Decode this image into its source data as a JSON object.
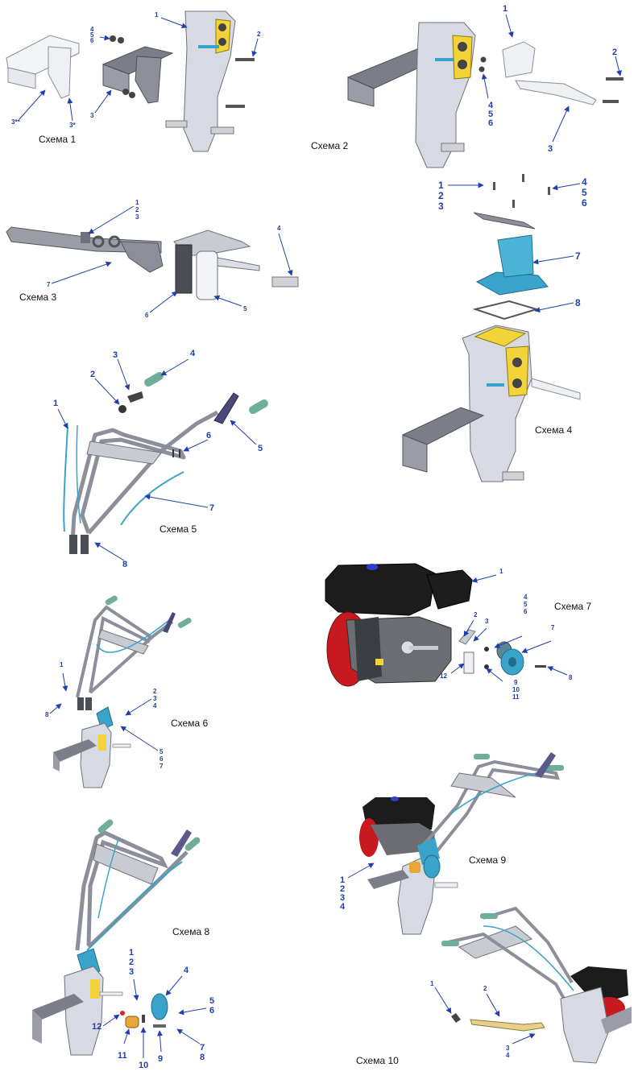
{
  "schemes": [
    {
      "id": "s1",
      "title": "Схема 1",
      "callouts": [
        "1",
        "2",
        "3",
        "3*",
        "3**",
        "4",
        "5",
        "6"
      ]
    },
    {
      "id": "s2",
      "title": "Схема 2",
      "callouts": [
        "1",
        "2",
        "3",
        "4",
        "5",
        "6"
      ]
    },
    {
      "id": "s3",
      "title": "Схема 3",
      "callouts": [
        "1",
        "2",
        "3",
        "4",
        "5",
        "6",
        "7"
      ]
    },
    {
      "id": "s4",
      "title": "Схема 4",
      "callouts": [
        "1",
        "2",
        "3",
        "4",
        "5",
        "6",
        "7",
        "8"
      ]
    },
    {
      "id": "s5",
      "title": "Схема 5",
      "callouts": [
        "1",
        "2",
        "3",
        "4",
        "5",
        "6",
        "7",
        "8"
      ]
    },
    {
      "id": "s6",
      "title": "Схема 6",
      "callouts": [
        "1",
        "2",
        "3",
        "4",
        "5",
        "6",
        "7",
        "8"
      ]
    },
    {
      "id": "s7",
      "title": "Схема 7",
      "callouts": [
        "1",
        "2",
        "3",
        "4",
        "5",
        "6",
        "7",
        "8",
        "9",
        "10",
        "11",
        "12"
      ]
    },
    {
      "id": "s8",
      "title": "Схема 8",
      "callouts": [
        "1",
        "2",
        "3",
        "4",
        "5",
        "6",
        "7",
        "8",
        "9",
        "10",
        "11",
        "12"
      ]
    },
    {
      "id": "s9",
      "title": "Схема 9",
      "callouts": [
        "1",
        "2",
        "3",
        "4"
      ]
    },
    {
      "id": "s10",
      "title": "Схема 10",
      "callouts": [
        "1",
        "2",
        "3",
        "4"
      ]
    }
  ],
  "colors": {
    "callout": "#1f3fb0",
    "leader": "#1f3fb0",
    "metal": "#c9cbd3",
    "metal_dark": "#8c8f9a",
    "highlight": "#f2d43a",
    "teal": "#3aa3c9",
    "grip": "#6fae9b",
    "engine_red": "#c8191e",
    "engine_black": "#1c1c1c"
  }
}
